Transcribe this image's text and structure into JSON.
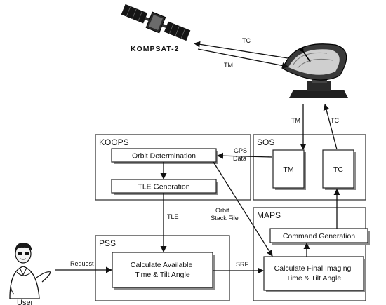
{
  "satellite": {
    "label": "KOMPSAT-2",
    "icon": "satellite-icon"
  },
  "ground_station": {
    "icon": "satellite-dish-icon"
  },
  "links": {
    "tc_uplink": "TC",
    "tm_downlink": "TM",
    "dish_to_sos_tm": "TM",
    "sos_to_dish_tc": "TC",
    "gps_data": [
      "GPS",
      "Data"
    ],
    "tle": "TLE",
    "orbit_stack_file": [
      "Orbit",
      "Stack File"
    ],
    "request": "Request",
    "srf": "SRF"
  },
  "groups": {
    "koops": {
      "title": "KOOPS",
      "boxes": {
        "orbit_determination": "Orbit Determination",
        "tle_generation": "TLE Generation"
      }
    },
    "sos": {
      "title": "SOS",
      "boxes": {
        "tm": "TM",
        "tc": "TC"
      }
    },
    "maps": {
      "title": "MAPS",
      "boxes": {
        "command_generation": "Command Generation",
        "calculate_final_imaging": [
          "Calculate Final Imaging",
          "Time & Tilt Angle"
        ]
      }
    },
    "pss": {
      "title": "PSS",
      "boxes": {
        "calculate_available": [
          "Calculate Available",
          "Time & Tilt Angle"
        ]
      }
    }
  },
  "user": {
    "label": "User",
    "icon": "user-icon"
  }
}
